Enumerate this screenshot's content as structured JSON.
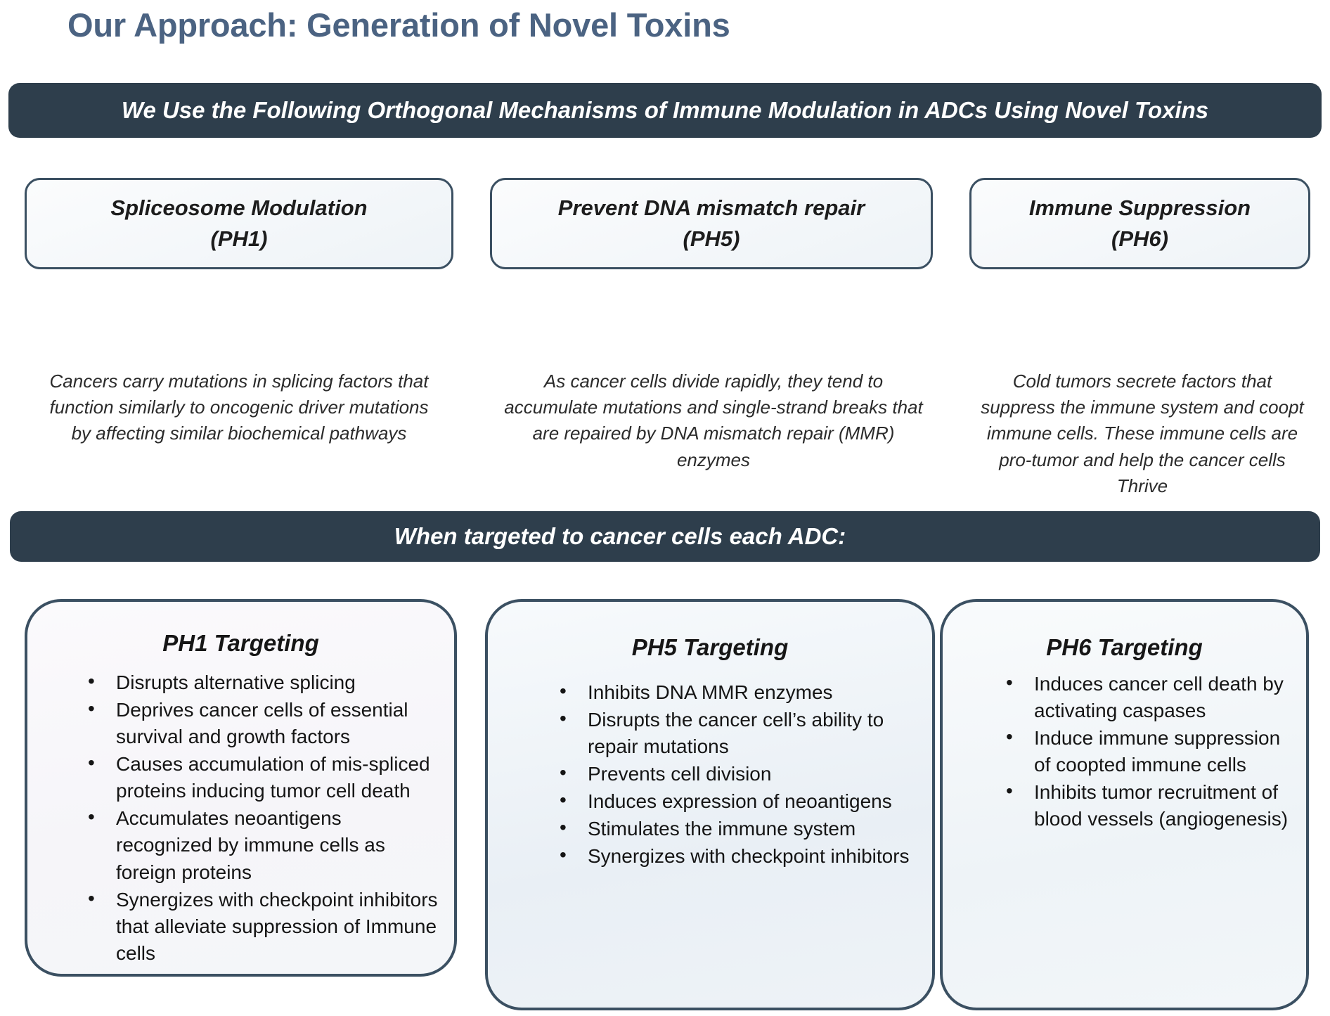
{
  "slide": {
    "title": "Our Approach: Generation of Novel Toxins",
    "accent_dark": "#2e3e4c",
    "title_color": "#4b6382",
    "box_border_color": "#3b5062"
  },
  "banner_top": {
    "text": "We Use the Following Orthogonal Mechanisms of Immune Modulation in ADCs Using Novel Toxins"
  },
  "banner_mid": {
    "text": "When targeted to cancer cells each ADC:"
  },
  "mechanisms": [
    {
      "name": "Spliceosome Modulation",
      "code": "(PH1)",
      "description": "Cancers carry mutations in splicing factors that function similarly to oncogenic driver mutations by affecting similar biochemical pathways"
    },
    {
      "name": "Prevent DNA mismatch repair",
      "code": "(PH5)",
      "description": "As cancer cells divide rapidly, they tend to accumulate mutations and single-strand breaks that are repaired by DNA mismatch repair (MMR) enzymes"
    },
    {
      "name": "Immune Suppression",
      "code": "(PH6)",
      "description": "Cold tumors secrete factors that suppress the immune system and coopt immune cells. These immune cells are pro-tumor and help the cancer cells Thrive"
    }
  ],
  "targeting": [
    {
      "title": "PH1 Targeting",
      "bullets": [
        "Disrupts alternative splicing",
        "Deprives cancer cells of essential survival and growth factors",
        "Causes accumulation of mis-spliced proteins inducing tumor cell death",
        "Accumulates neoantigens recognized by immune cells as foreign proteins",
        "Synergizes with checkpoint inhibitors that alleviate suppression of Immune cells"
      ]
    },
    {
      "title": "PH5 Targeting",
      "bullets": [
        "Inhibits DNA MMR enzymes",
        "Disrupts the cancer cell’s ability to repair mutations",
        "Prevents cell division",
        "Induces expression of neoantigens",
        "Stimulates the immune system",
        "Synergizes with checkpoint inhibitors"
      ]
    },
    {
      "title": "PH6 Targeting",
      "bullets": [
        "Induces cancer cell death by activating caspases",
        "Induce immune suppression of coopted immune cells",
        "Inhibits tumor recruitment of blood vessels (angiogenesis)"
      ]
    }
  ]
}
